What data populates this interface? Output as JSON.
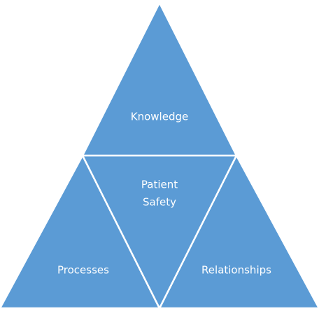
{
  "diagram": {
    "type": "pyramid",
    "segments": [
      {
        "id": "top",
        "label": "Knowledge"
      },
      {
        "id": "center",
        "label_lines": [
          "Patient",
          "Safety"
        ]
      },
      {
        "id": "bottom-left",
        "label": "Processes"
      },
      {
        "id": "bottom-right",
        "label": "Relationships"
      }
    ],
    "colors": {
      "fill": "#5b9bd5",
      "stroke": "#ffffff",
      "text": "#ffffff",
      "background": "#ffffff"
    }
  }
}
